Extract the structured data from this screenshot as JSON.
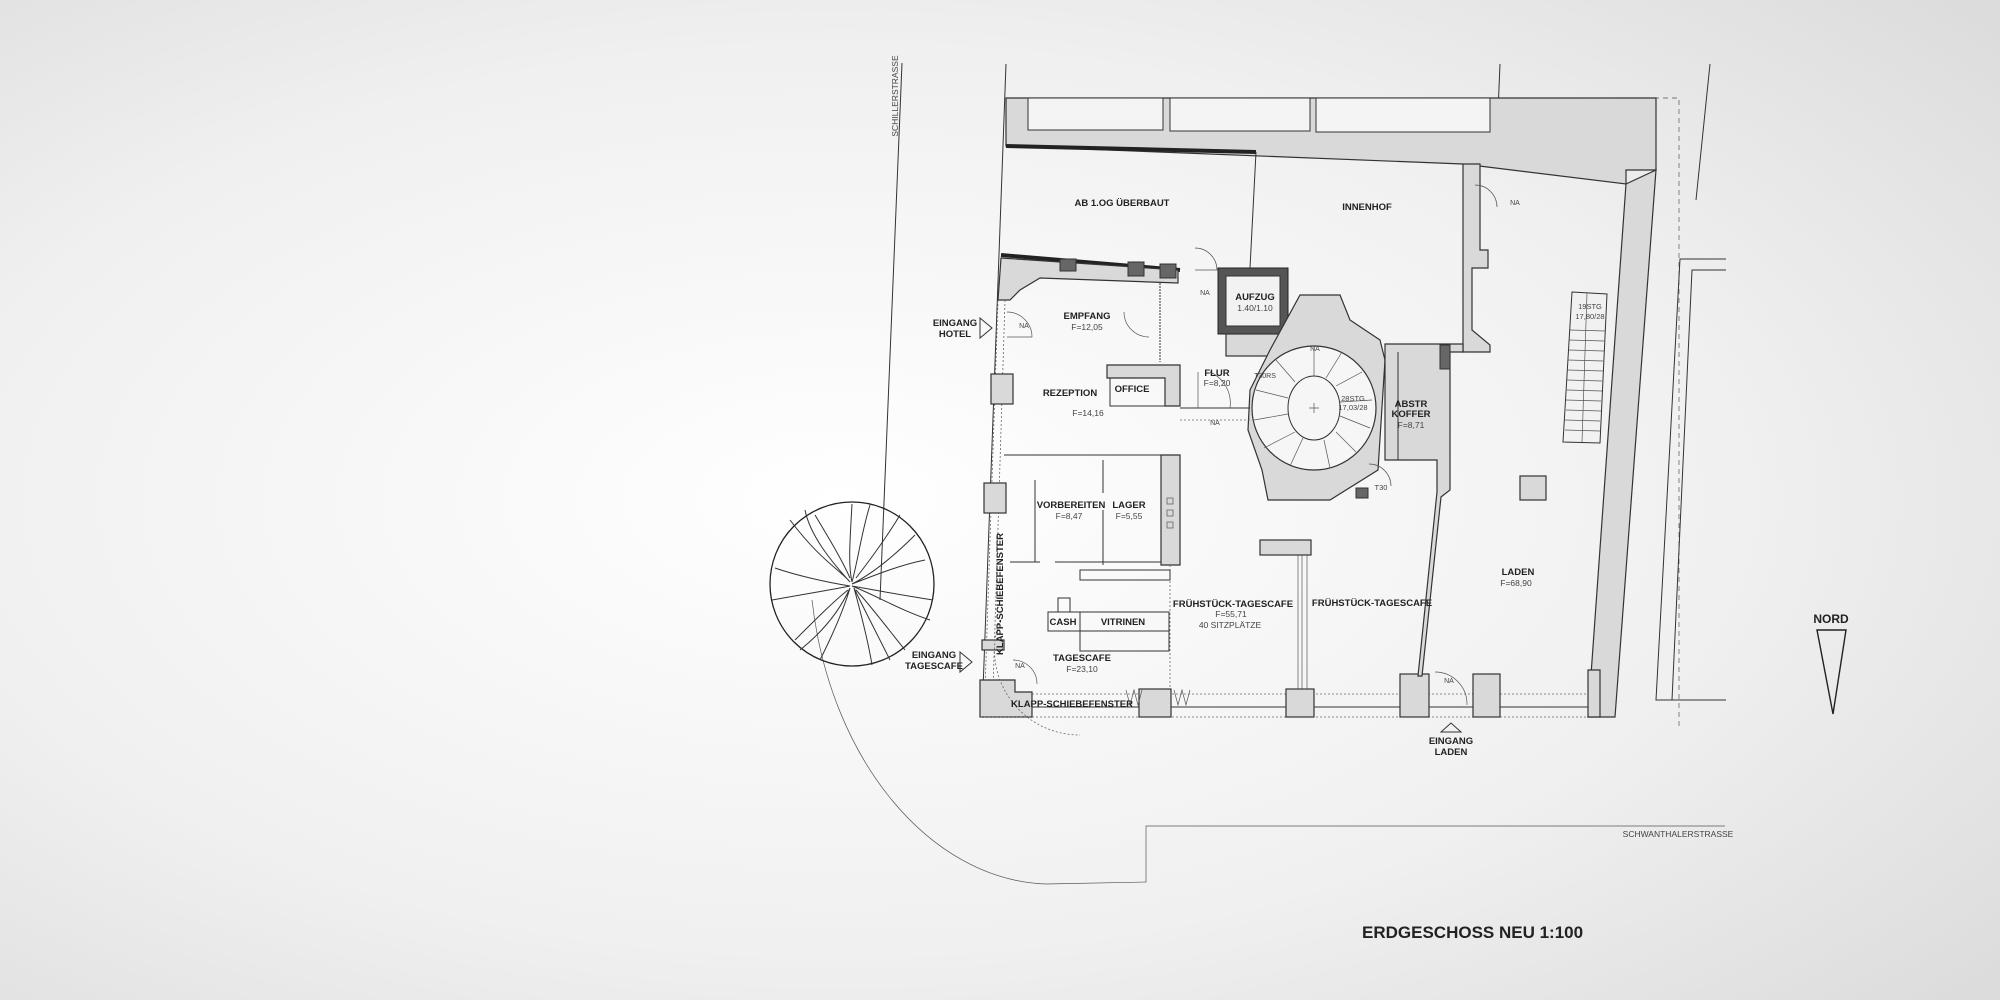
{
  "title": "ERDGESCHOSS NEU 1:100",
  "north_label": "NORD",
  "streets": {
    "west": "SCHILLERSTRASSE",
    "south": "SCHWANTHALERSTRASSE"
  },
  "entrances": [
    {
      "line1": "EINGANG",
      "line2": "HOTEL"
    },
    {
      "line1": "EINGANG",
      "line2": "TAGESCAFE"
    },
    {
      "line1": "EINGANG",
      "line2": "LADEN"
    }
  ],
  "rooms": [
    {
      "name": "AB 1.OG ÜBERBAUT"
    },
    {
      "name": "INNENHOF"
    },
    {
      "name": "EMPFANG",
      "area": "F=12,05"
    },
    {
      "name": "AUFZUG",
      "area": "1.40/1.10"
    },
    {
      "name": "REZEPTION",
      "area": "F=14,16"
    },
    {
      "name": "OFFICE"
    },
    {
      "name": "FLUR",
      "area": "F=8,20"
    },
    {
      "name": "ABSTR",
      "name2": "KOFFER",
      "area": "F=8,71"
    },
    {
      "name": "VORBEREITEN",
      "area": "F=8,47"
    },
    {
      "name": "LAGER",
      "area": "F=5,55"
    },
    {
      "name": "CASH"
    },
    {
      "name": "VITRINEN"
    },
    {
      "name": "TAGESCAFE",
      "area": "F=23,10"
    },
    {
      "name": "FRÜHSTÜCK-TAGESCAFE",
      "area": "F=55,71",
      "extra": "40 SITZPLÄTZE"
    },
    {
      "name": "FRÜHSTÜCK-TAGESCAFE"
    },
    {
      "name": "LADEN",
      "area": "F=68,90"
    }
  ],
  "windows": {
    "west": "KLAPP-SCHIEBEFENSTER",
    "south": "KLAPP-SCHIEBEFENSTER"
  },
  "stairs": [
    {
      "steps": "28STG",
      "dims": "17,03/28"
    },
    {
      "steps": "19STG",
      "dims": "17,80/28"
    }
  ],
  "annotations": {
    "na": "NA",
    "t30": "T30",
    "t30rs": "T30RS"
  },
  "colors": {
    "wall_fill": "#d9d9d9",
    "line": "#333333",
    "background": "#e6e6e6"
  }
}
